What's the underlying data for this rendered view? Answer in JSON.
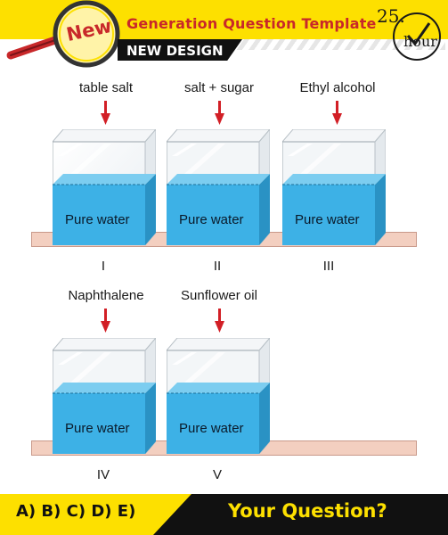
{
  "header": {
    "badge": "New",
    "title": "Generation Question Template",
    "subtitle": "NEW DESIGN",
    "timer_number": "25.",
    "timer_unit": "hour"
  },
  "tanks": [
    {
      "substance": "table salt",
      "water": "Pure water",
      "roman": "I"
    },
    {
      "substance": "salt + sugar",
      "water": "Pure water",
      "roman": "II"
    },
    {
      "substance": "Ethyl alcohol",
      "water": "Pure water",
      "roman": "III"
    },
    {
      "substance": "Naphthalene",
      "water": "Pure water",
      "roman": "IV"
    },
    {
      "substance": "Sunflower oil",
      "water": "Pure water",
      "roman": "V"
    }
  ],
  "footer": {
    "options": "A) B) C) D) E)",
    "question": "Your Question?"
  },
  "colors": {
    "accent_yellow": "#fde000",
    "title_red": "#c8282a",
    "water_blue": "#3db1e6",
    "shelf_pink": "#f3cfc0",
    "arrow_red": "#d21f26"
  }
}
